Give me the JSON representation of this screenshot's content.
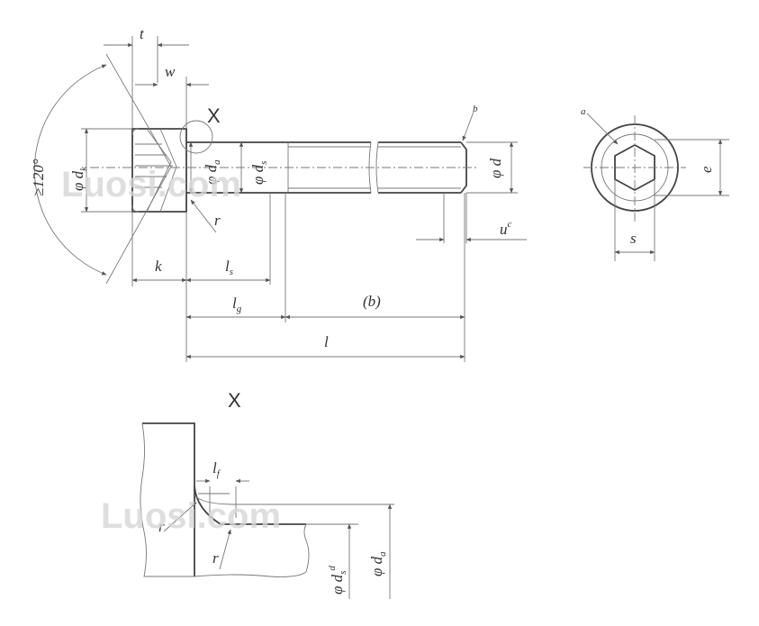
{
  "labels": {
    "t": "t",
    "w": "w",
    "X_ref": "X",
    "angle": "≥120°",
    "dk": "φ d",
    "dk_sub": "k",
    "da": "φ d",
    "da_sub": "a",
    "ds": "φ d",
    "ds_sub": "s",
    "d": "φ d",
    "r": "r",
    "k": "k",
    "ls": "l",
    "ls_sub": "s",
    "lg": "l",
    "lg_sub": "g",
    "b": "(b)",
    "l": "l",
    "u": "u",
    "u_sup": "c",
    "note_b": "b",
    "note_a": "a",
    "e": "e",
    "s": "s",
    "detail_title": "X",
    "lf": "l",
    "lf_sub": "f",
    "r1": "r",
    "r2": "r",
    "ds_detail": "φ d",
    "ds_detail_sub": "s",
    "ds_detail_sup": "d",
    "da_detail": "φ d",
    "da_detail_sub": "a"
  },
  "watermark": "Luosi.com"
}
